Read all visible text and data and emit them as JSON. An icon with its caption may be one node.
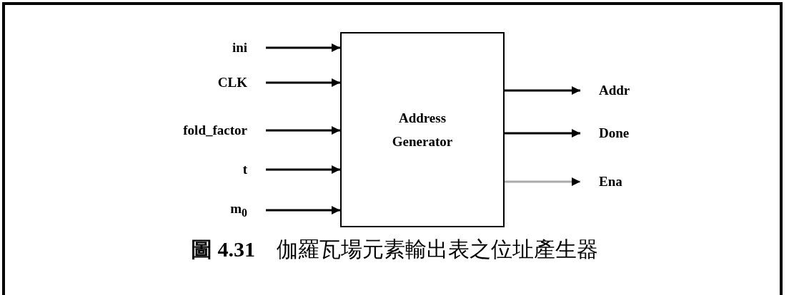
{
  "diagram": {
    "caption": "**圖 4.31**　伽羅瓦場元素輸出表之位址產生器",
    "nodes": [
      {
        "text": [
          "ini"
        ]
      },
      {
        "text": [
          "CLK"
        ]
      },
      {
        "text": [
          "fold_factor"
        ]
      },
      {
        "text": [
          "t"
        ]
      },
      {
        "text": [
          "m$_{0}$"
        ]
      },
      {
        "text": [
          "Address Generator"
        ]
      },
      {
        "text": [
          "Addr"
        ]
      },
      {
        "text": [
          "Done"
        ]
      },
      {
        "text": [
          "Ena"
        ]
      }
    ],
    "edges": [
      {
        "from": 0,
        "to": 5,
        "arrow": "to"
      },
      {
        "from": 1,
        "to": 5,
        "arrow": "to"
      },
      {
        "from": 2,
        "to": 5,
        "arrow": "to"
      },
      {
        "from": 3,
        "to": 5,
        "arrow": "to"
      },
      {
        "from": 4,
        "to": 5,
        "arrow": "to"
      },
      {
        "from": 5,
        "to": 6,
        "arrow": "to"
      },
      {
        "from": 5,
        "to": 7,
        "arrow": "to"
      },
      {
        "from": 5,
        "to": 8,
        "arrow": "to",
        "color": "#aaaaaa"
      }
    ]
  }
}
